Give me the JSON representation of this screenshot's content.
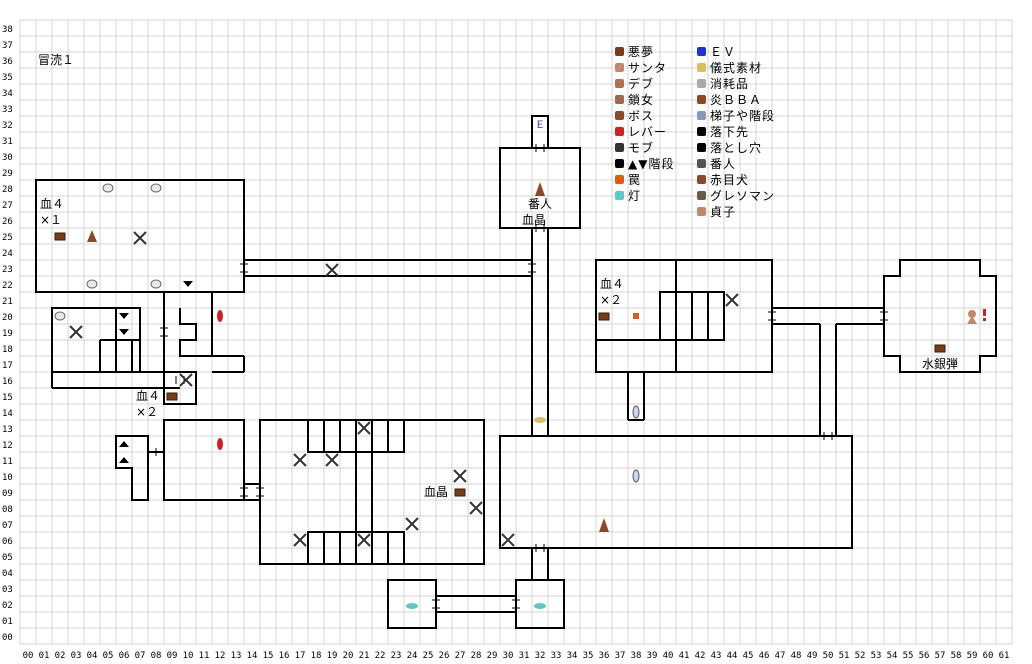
{
  "map_title": "冒涜１",
  "x_axis": [
    "00",
    "01",
    "02",
    "03",
    "04",
    "05",
    "06",
    "07",
    "08",
    "09",
    "10",
    "11",
    "12",
    "13",
    "14",
    "15",
    "16",
    "17",
    "18",
    "19",
    "20",
    "21",
    "22",
    "23",
    "24",
    "25",
    "26",
    "27",
    "28",
    "29",
    "30",
    "31",
    "32",
    "33",
    "34",
    "35",
    "36",
    "37",
    "38",
    "39",
    "40",
    "41",
    "42",
    "43",
    "44",
    "45",
    "46",
    "47",
    "48",
    "49",
    "50",
    "51",
    "52",
    "53",
    "54",
    "55",
    "56",
    "57",
    "58",
    "59",
    "60",
    "61"
  ],
  "y_axis": [
    "00",
    "01",
    "02",
    "03",
    "04",
    "05",
    "06",
    "07",
    "08",
    "09",
    "10",
    "11",
    "12",
    "13",
    "14",
    "15",
    "16",
    "17",
    "18",
    "19",
    "20",
    "21",
    "22",
    "23",
    "24",
    "25",
    "26",
    "27",
    "28",
    "29",
    "30",
    "31",
    "32",
    "33",
    "34",
    "35",
    "36",
    "37",
    "38"
  ],
  "legend": [
    {
      "icon": "chest-icon",
      "label": "悪夢"
    },
    {
      "icon": "santa-icon",
      "label": "サンタ"
    },
    {
      "icon": "fat-icon",
      "label": "デブ"
    },
    {
      "icon": "chain-woman-icon",
      "label": "鎖女"
    },
    {
      "icon": "boss-icon",
      "label": "ボス"
    },
    {
      "icon": "lever-icon",
      "label": "レバー"
    },
    {
      "icon": "mob-icon",
      "label": "モブ"
    },
    {
      "icon": "stairs-icon",
      "label": "▲▼階段"
    },
    {
      "icon": "trap-icon",
      "label": "罠"
    },
    {
      "icon": "lamp-icon",
      "label": "灯"
    },
    {
      "icon": "event-icon",
      "label": "ＥＶ"
    },
    {
      "icon": "ritual-material-icon",
      "label": "儀式素材"
    },
    {
      "icon": "consumable-icon",
      "label": "消耗品"
    },
    {
      "icon": "fire-bba-icon",
      "label": "炎ＢＢＡ"
    },
    {
      "icon": "ladder-icon",
      "label": "梯子や階段"
    },
    {
      "icon": "drop-destination-icon",
      "label": "落下先"
    },
    {
      "icon": "pitfall-icon",
      "label": "落とし穴"
    },
    {
      "icon": "guard-icon",
      "label": "番人"
    },
    {
      "icon": "red-eye-dog-icon",
      "label": "赤目犬"
    },
    {
      "icon": "gresoman-icon",
      "label": "グレソマン"
    },
    {
      "icon": "sadako-icon",
      "label": "貞子"
    }
  ],
  "notes": {
    "room_a_blood": "血４",
    "room_a_times": "×１",
    "small_blood": "血４",
    "small_times": "×２",
    "guard": "番人",
    "crystal_top": "血晶",
    "crystal_mid": "血晶",
    "right_blood": "血４",
    "right_times": "×２",
    "mercury": "水銀弾"
  },
  "event_marker": "Ｅ"
}
